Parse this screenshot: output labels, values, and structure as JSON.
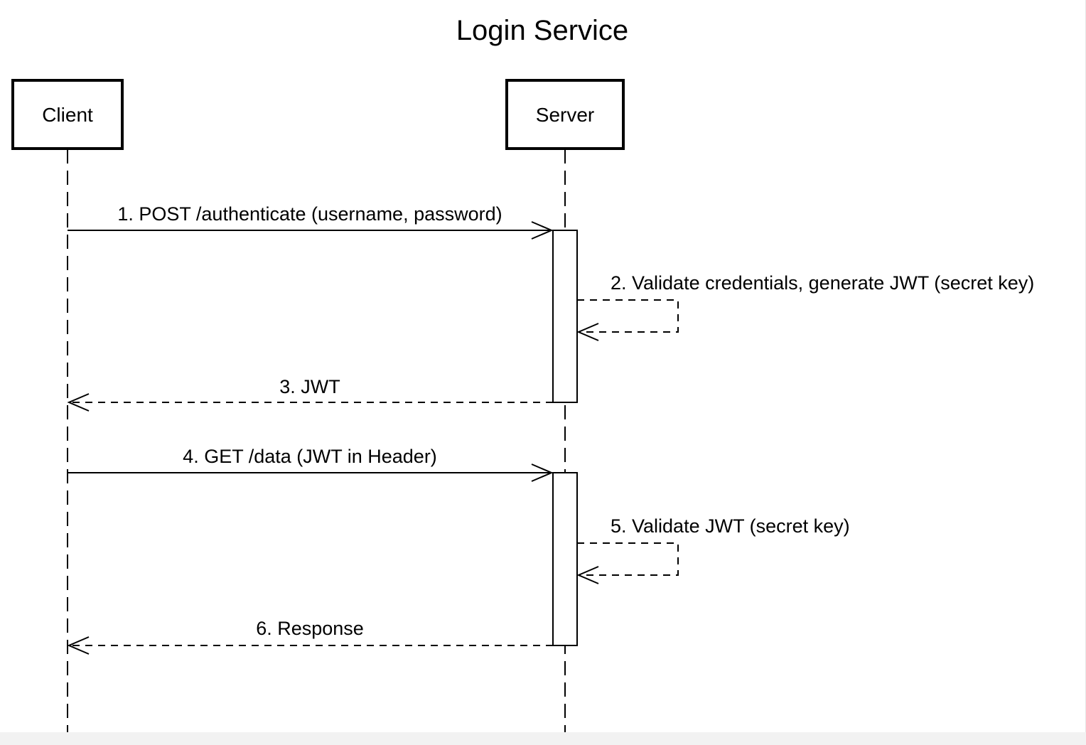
{
  "diagram": {
    "title": "Login Service",
    "participants": [
      {
        "id": "client",
        "label": "Client"
      },
      {
        "id": "server",
        "label": "Server"
      }
    ],
    "messages": [
      {
        "from": "client",
        "to": "server",
        "kind": "sync",
        "label": "1. POST /authenticate (username, password)"
      },
      {
        "from": "server",
        "to": "server",
        "kind": "self",
        "label": "2. Validate credentials, generate JWT (secret key)"
      },
      {
        "from": "server",
        "to": "client",
        "kind": "return",
        "label": "3. JWT"
      },
      {
        "from": "client",
        "to": "server",
        "kind": "sync",
        "label": "4. GET /data (JWT in Header)"
      },
      {
        "from": "server",
        "to": "server",
        "kind": "self",
        "label": "5. Validate JWT (secret key)"
      },
      {
        "from": "server",
        "to": "client",
        "kind": "return",
        "label": "6. Response"
      }
    ]
  },
  "colors": {
    "line": "#000000",
    "background": "#ffffff",
    "page": "#f2f2f2"
  }
}
